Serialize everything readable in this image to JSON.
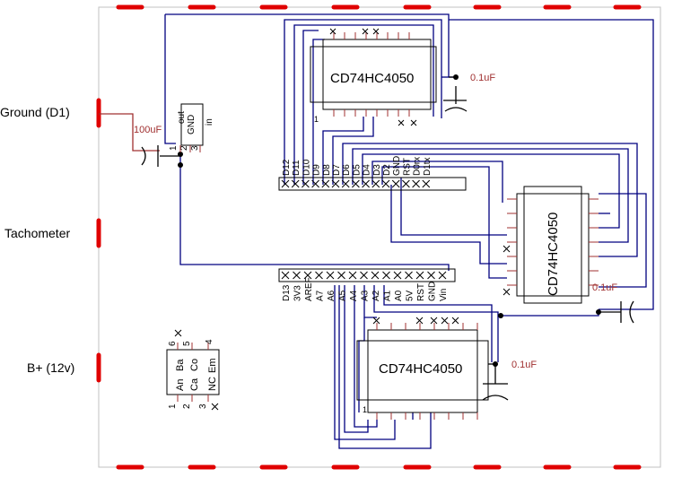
{
  "edge_labels": {
    "ground": "Ground (D1)",
    "tachometer": "Tachometer",
    "bplus": "B+ (12v)"
  },
  "chips": {
    "top": "CD74HC4050",
    "right": "CD74HC4050",
    "bottom": "CD74HC4050",
    "pin_one": "1"
  },
  "capacitors": {
    "top": "0.1uF",
    "right": "0.1uF",
    "bottom": "0.1uF",
    "input": "100uF"
  },
  "regulator": {
    "pins": [
      "out",
      "GND",
      "in"
    ],
    "numbers": [
      "1",
      "2",
      "3"
    ]
  },
  "header_top": {
    "pins": [
      "D12",
      "D11",
      "D10",
      "D9",
      "D8",
      "D7",
      "D6",
      "D5",
      "D4",
      "D3",
      "D2",
      "GND",
      "RST",
      "D0rx",
      "D1tx"
    ]
  },
  "header_bottom": {
    "pins": [
      "D13",
      "3V3",
      "AREF",
      "A7",
      "A6",
      "A5",
      "A4",
      "A3",
      "A2",
      "A1",
      "A0",
      "5V",
      "RST",
      "GND",
      "Vin"
    ]
  },
  "connector": {
    "top_row": [
      "An",
      "Ba"
    ],
    "bottom_row": [
      "Ca",
      "Co"
    ],
    "right_col": [
      "NC",
      "Em"
    ],
    "top_numbers": [
      "6",
      "5",
      "4"
    ],
    "bottom_numbers": [
      "1",
      "2",
      "3"
    ]
  },
  "colors": {
    "wire": "#000080",
    "pad": "#e00000",
    "border": "#c0c0c0",
    "label_red": "#a03030",
    "part": "#000000"
  }
}
